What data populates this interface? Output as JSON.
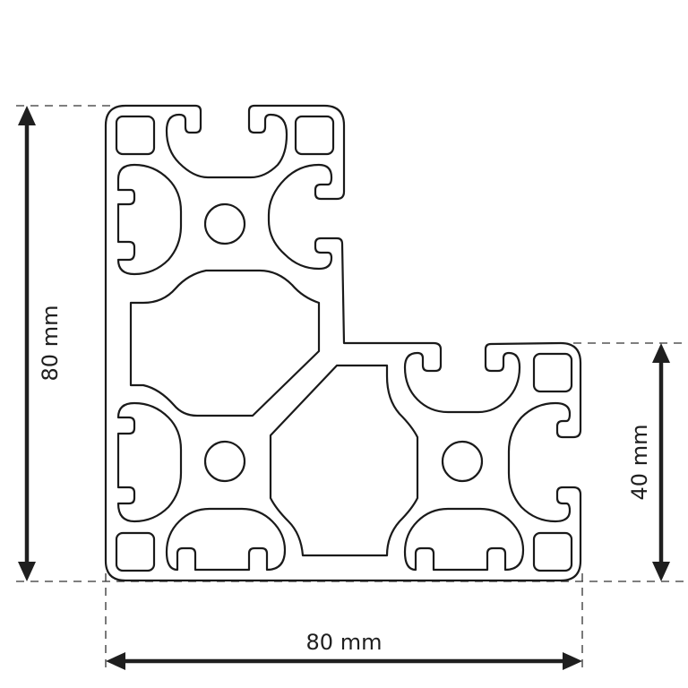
{
  "drawing": {
    "subject": "L-shaped aluminium extrusion profile cross-section",
    "line_color": "#1a1a1a",
    "dimension_color": "#1f1f1f",
    "background": "#ffffff"
  },
  "dimensions": {
    "height_left": {
      "label": "80 mm",
      "value": 80,
      "unit": "mm",
      "orientation": "vertical"
    },
    "height_right": {
      "label": "40 mm",
      "value": 40,
      "unit": "mm",
      "orientation": "vertical"
    },
    "width_bottom": {
      "label": "80 mm",
      "value": 80,
      "unit": "mm",
      "orientation": "horizontal"
    }
  }
}
